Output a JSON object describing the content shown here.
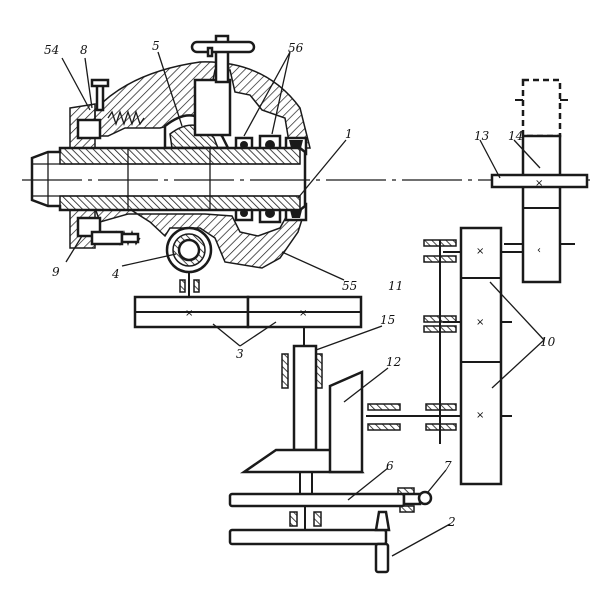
{
  "labels": {
    "l54": "54",
    "l8": "8",
    "l5": "5",
    "l56": "56",
    "l1": "1",
    "l13": "13",
    "l14": "14",
    "l9": "9",
    "l4": "4",
    "l55": "55",
    "l11": "11",
    "l10": "10",
    "l3": "3",
    "l15": "15",
    "l12": "12",
    "l6": "6",
    "l7": "7",
    "l2": "2"
  },
  "center_marks": {
    "cross": "×"
  }
}
